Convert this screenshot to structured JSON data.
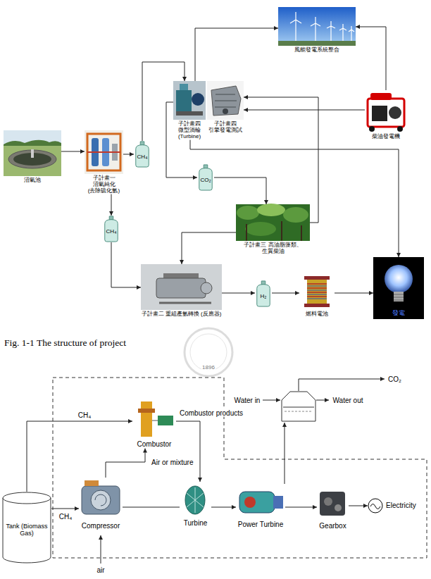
{
  "diagram": {
    "caption": "Fig. 1-1 The structure of project",
    "nodes": [
      {
        "text": [
          "沼氣池"
        ]
      },
      {
        "text": [
          "子計畫一 沼氣純化 (去除硫化氫)"
        ]
      },
      {
        "text": [
          "CH₄"
        ]
      },
      {
        "text": [
          "子計畫四 微型渦輪 (Turbine)"
        ]
      },
      {
        "text": [
          "子計畫四 引擎發電測試"
        ]
      },
      {
        "text": [
          "風能發電系統整合"
        ]
      },
      {
        "text": [
          "柴油發電機"
        ]
      },
      {
        "text": [
          "CO₂"
        ]
      },
      {
        "text": [
          "子計畫三 高油脂藻類、生質柴油"
        ]
      },
      {
        "text": [
          "CH₄"
        ]
      },
      {
        "text": [
          "子計畫二 重組產氫轉換 (反應器)"
        ]
      },
      {
        "text": [
          "H₂"
        ]
      },
      {
        "text": [
          "燃料電池"
        ]
      },
      {
        "text": [
          "發電"
        ]
      },
      {
        "text": [
          "Tank (Biomass Gas)"
        ]
      },
      {
        "text": [
          "Combustor"
        ]
      },
      {
        "text": [
          "Compressor"
        ]
      },
      {
        "text": [
          "Turbine"
        ]
      },
      {
        "text": [
          "Power Turbine"
        ]
      },
      {
        "text": [
          "Gearbox"
        ]
      },
      {
        "text": [
          "Electricity"
        ]
      }
    ],
    "edges": [
      {
        "from": 0,
        "to": 1,
        "arrow": "to"
      },
      {
        "from": 1,
        "to": 2,
        "arrow": "to"
      },
      {
        "from": 2,
        "to": 3,
        "arrow": "to"
      },
      {
        "from": 3,
        "to": 5,
        "arrow": "to"
      },
      {
        "from": 6,
        "to": 5,
        "arrow": "to"
      },
      {
        "from": 6,
        "to": 4,
        "arrow": "to"
      },
      {
        "from": 3,
        "to": 7,
        "arrow": "to"
      },
      {
        "from": 7,
        "to": 8,
        "arrow": "to"
      },
      {
        "from": 8,
        "to": 4,
        "arrow": "to"
      },
      {
        "from": 8,
        "to": 10,
        "arrow": "to"
      },
      {
        "from": 1,
        "to": 9,
        "arrow": "to"
      },
      {
        "from": 9,
        "to": 10,
        "arrow": "to"
      },
      {
        "from": 10,
        "to": 11,
        "arrow": "to"
      },
      {
        "from": 11,
        "to": 12,
        "arrow": "to"
      },
      {
        "from": 12,
        "to": 13,
        "arrow": "to"
      },
      {
        "from": 3,
        "to": 13,
        "arrow": "to"
      },
      {
        "from": 14,
        "to": 15,
        "label": "CH₄",
        "arrow": "to"
      },
      {
        "from": 14,
        "to": 16,
        "label": "CH₄",
        "arrow": "to"
      },
      {
        "from": 16,
        "to": 15,
        "label": "Air or mixture",
        "arrow": "to"
      },
      {
        "from": 15,
        "to": 17,
        "label": "Combustor products",
        "arrow": "to"
      },
      {
        "from": 16,
        "to": 17,
        "arrow": "none"
      },
      {
        "from": 17,
        "to": 18,
        "arrow": "to"
      },
      {
        "from": 18,
        "to": 19,
        "arrow": "to"
      },
      {
        "from": 19,
        "to": 20,
        "arrow": "to"
      }
    ],
    "labels": [
      "Water in",
      "Water out",
      "CO₂",
      "air",
      "1896"
    ]
  }
}
